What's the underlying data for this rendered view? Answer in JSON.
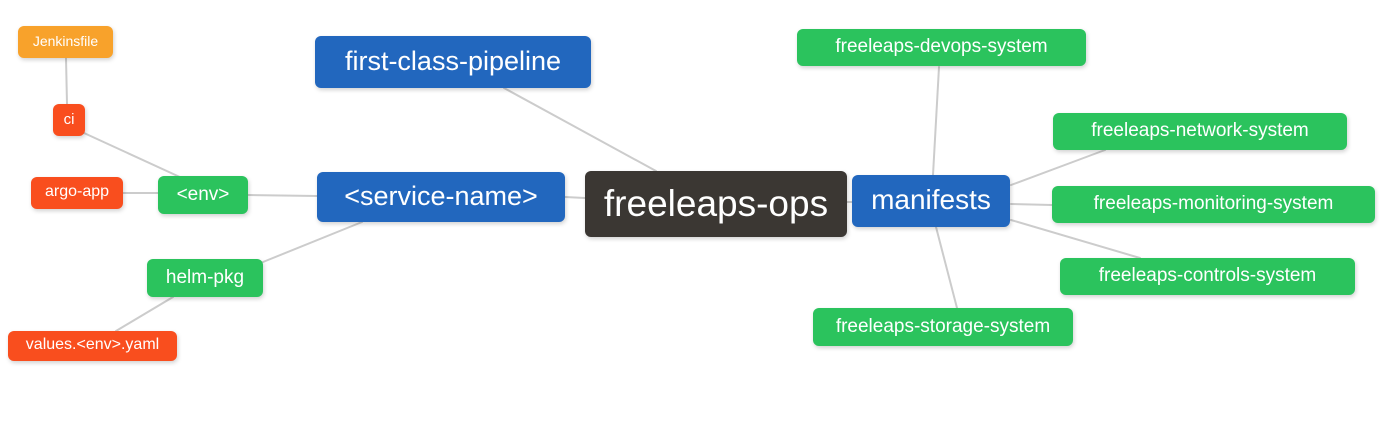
{
  "palette": {
    "root": "#3b3733",
    "level1_blue": "#2267be",
    "level2_green": "#2bc35d",
    "level3_red": "#f94e1e",
    "level4_amber": "#f8a22b",
    "edge": "#cccccc",
    "text": "#ffffff"
  },
  "mindmap": {
    "root": {
      "label": "freeleaps-ops"
    },
    "branches": {
      "first_class_pipeline": {
        "label": "first-class-pipeline"
      },
      "service_name": {
        "label": "<service-name>",
        "children": {
          "env": {
            "label": "<env>",
            "children": {
              "ci": {
                "label": "ci",
                "children": {
                  "jenkinsfile": {
                    "label": "Jenkinsfile"
                  }
                }
              },
              "argo_app": {
                "label": "argo-app"
              }
            }
          },
          "helm_pkg": {
            "label": "helm-pkg",
            "children": {
              "values_env_yaml": {
                "label": "values.<env>.yaml"
              }
            }
          }
        }
      },
      "manifests": {
        "label": "manifests",
        "children": {
          "devops": {
            "label": "freeleaps-devops-system"
          },
          "network": {
            "label": "freeleaps-network-system"
          },
          "monitoring": {
            "label": "freeleaps-monitoring-system"
          },
          "controls": {
            "label": "freeleaps-controls-system"
          },
          "storage": {
            "label": "freeleaps-storage-system"
          }
        }
      }
    }
  },
  "edges": [
    [
      "Jenkinsfile",
      "ci"
    ],
    [
      "ci",
      "<env>"
    ],
    [
      "argo-app",
      "<env>"
    ],
    [
      "<env>",
      "<service-name>"
    ],
    [
      "<service-name>",
      "helm-pkg"
    ],
    [
      "helm-pkg",
      "values.<env>.yaml"
    ],
    [
      "first-class-pipeline",
      "freeleaps-ops"
    ],
    [
      "<service-name>",
      "freeleaps-ops"
    ],
    [
      "freeleaps-ops",
      "manifests"
    ],
    [
      "manifests",
      "freeleaps-devops-system"
    ],
    [
      "manifests",
      "freeleaps-network-system"
    ],
    [
      "manifests",
      "freeleaps-monitoring-system"
    ],
    [
      "manifests",
      "freeleaps-controls-system"
    ],
    [
      "manifests",
      "freeleaps-storage-system"
    ]
  ]
}
